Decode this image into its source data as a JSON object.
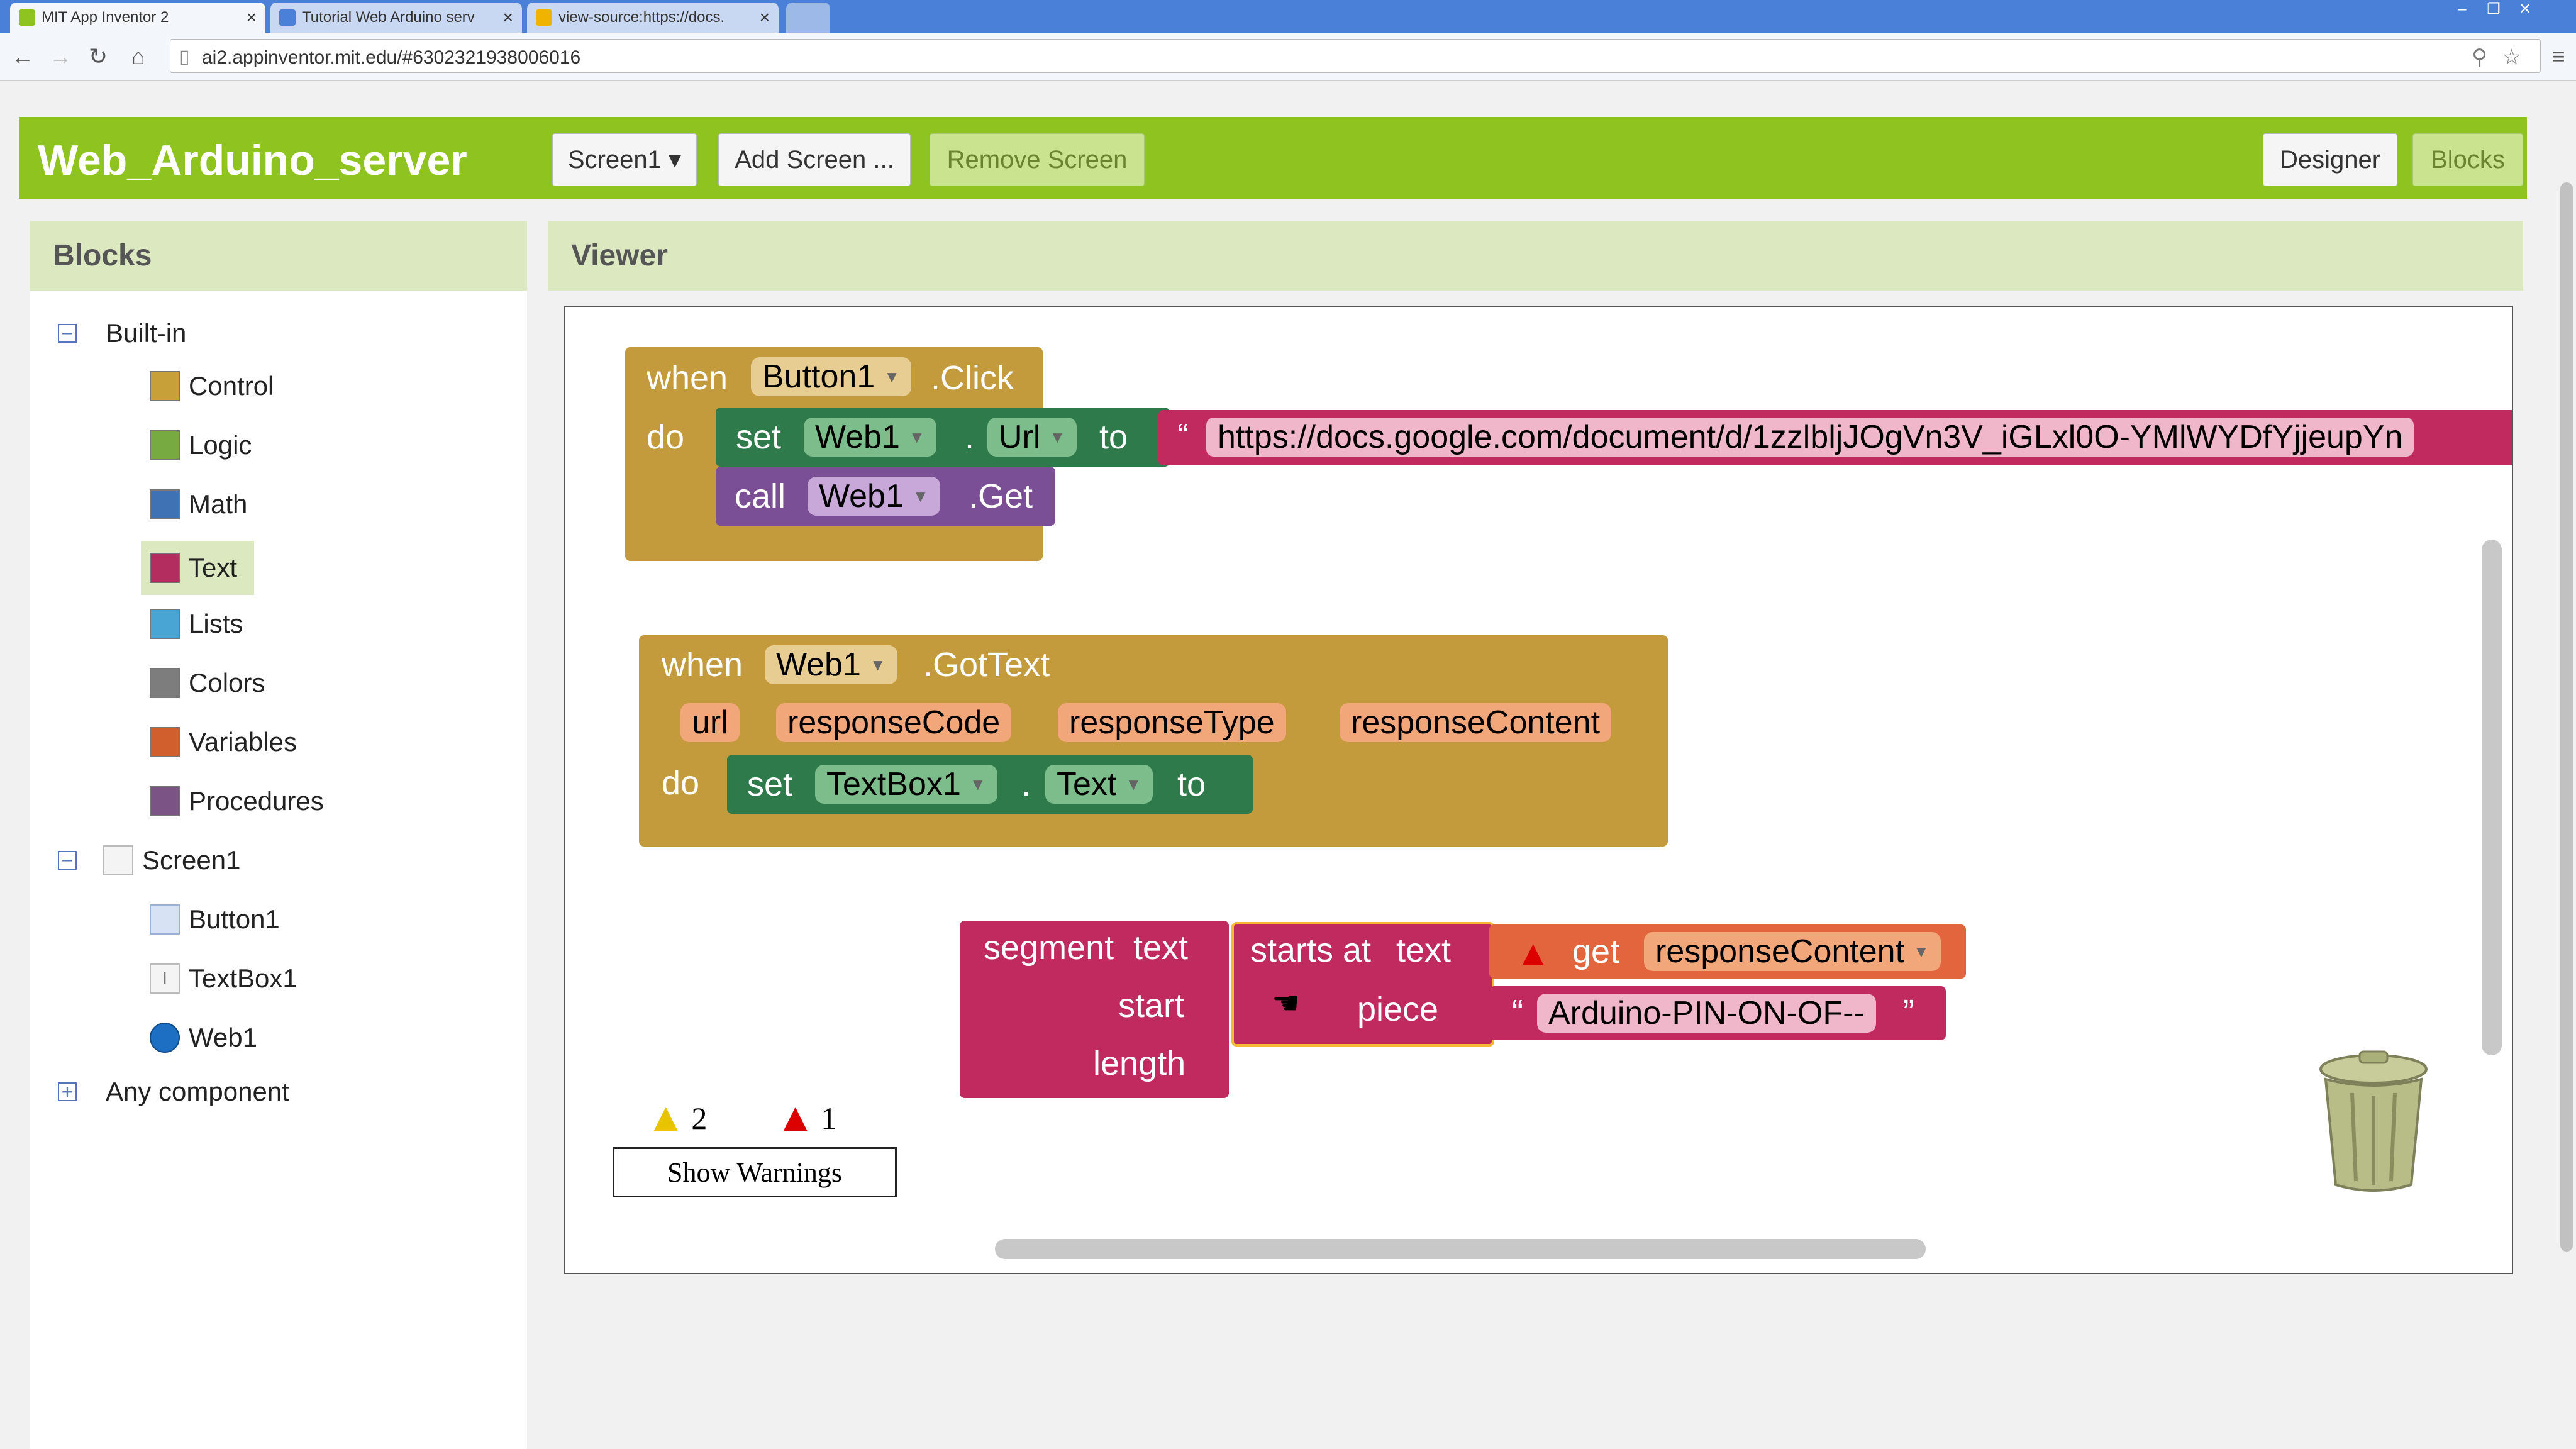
{
  "browser": {
    "tabs": [
      {
        "label": "MIT App Inventor 2",
        "active": true
      },
      {
        "label": "Tutorial Web Arduino serv",
        "active": false
      },
      {
        "label": "view-source:https://docs.",
        "active": false
      }
    ],
    "url": "ai2.appinventor.mit.edu/#6302321938006016"
  },
  "app": {
    "title": "Web_Arduino_server",
    "screen_select": "Screen1 ▾",
    "add_screen": "Add Screen ...",
    "remove_screen": "Remove Screen",
    "designer": "Designer",
    "blocks": "Blocks"
  },
  "palette": {
    "header": "Blocks",
    "builtin": "Built-in",
    "categories": [
      {
        "label": "Control",
        "color": "#c7a03a"
      },
      {
        "label": "Logic",
        "color": "#77ab41"
      },
      {
        "label": "Math",
        "color": "#3f71b5"
      },
      {
        "label": "Text",
        "color": "#b32d5e"
      },
      {
        "label": "Lists",
        "color": "#49a6d4"
      },
      {
        "label": "Colors",
        "color": "#7d7d7d"
      },
      {
        "label": "Variables",
        "color": "#d05f2d"
      },
      {
        "label": "Procedures",
        "color": "#7c5385"
      }
    ],
    "screen": "Screen1",
    "components": [
      "Button1",
      "TextBox1",
      "Web1"
    ],
    "any_component": "Any component"
  },
  "viewer": {
    "header": "Viewer",
    "block1": {
      "when": "when",
      "component": "Button1",
      "event": ".Click",
      "do": "do",
      "set": "set",
      "set_component": "Web1",
      "dot": ".",
      "property": "Url",
      "to": "to",
      "quote": "“",
      "url_text": "https://docs.google.com/document/d/1zzlbljJOgVn3V_iGLxl0O-YMlWYDfYjjeupYn",
      "call": "call",
      "call_component": "Web1",
      "method": ".Get"
    },
    "block2": {
      "when": "when",
      "component": "Web1",
      "event": ".GotText",
      "params": [
        "url",
        "responseCode",
        "responseType",
        "responseContent"
      ],
      "do": "do",
      "set": "set",
      "set_component": "TextBox1",
      "dot": ".",
      "property": "Text",
      "to": "to"
    },
    "block3": {
      "segment": "segment",
      "text": "text",
      "start": "start",
      "length": "length",
      "starts_at": "starts at",
      "starts_text": "text",
      "piece": "piece",
      "get": "get",
      "variable": "responseContent",
      "open_quote": "“",
      "close_quote": "”",
      "piece_value": "Arduino-PIN-ON-OF--"
    },
    "warnings": {
      "count": "2",
      "errors": "1",
      "button": "Show Warnings"
    }
  }
}
